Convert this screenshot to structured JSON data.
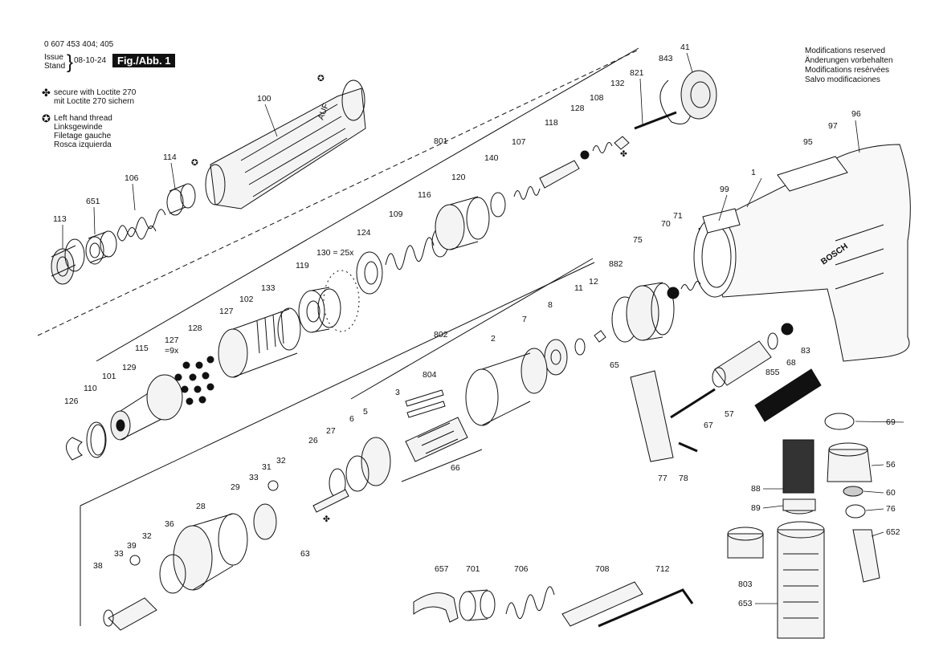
{
  "header": {
    "doc_number": "0 607 453 404; 405",
    "issue_label": "Issue",
    "stand_label": "Stand",
    "date": "08-10-24",
    "figure": "Fig./Abb. 1"
  },
  "legend": {
    "loctite_symbol": "✤",
    "loctite_en": "secure with Loctite 270",
    "loctite_de": "mit Loctite 270 sichern",
    "lefthand_symbol": "✪",
    "lefthand_en": "Left hand thread",
    "lefthand_de": "Linksgewinde",
    "lefthand_fr": "Filetage gauche",
    "lefthand_es": "Rosca izquierda"
  },
  "notice": {
    "en": "Modifications reserved",
    "de": "Änderungen vorbehalten",
    "fr": "Modifications resérvées",
    "es": "Salvo modificaciones"
  },
  "brand": "BOSCH",
  "part_label_100_text": "AUF",
  "part_numbers": {
    "p100": "100",
    "p114": "114",
    "p106": "106",
    "p651": "651",
    "p113": "113",
    "p843": "843",
    "p41": "41",
    "p821": "821",
    "p132": "132",
    "p108": "108",
    "p128a": "128",
    "p118": "118",
    "p107": "107",
    "p140": "140",
    "p801": "801",
    "p120": "120",
    "p116": "116",
    "p109": "109",
    "p124": "124",
    "p130": "130 = 25x",
    "p119": "119",
    "p133": "133",
    "p102": "102",
    "p127a": "127",
    "p128b": "128",
    "p127b": "127\n=9x",
    "p115": "115",
    "p129": "129",
    "p101": "101",
    "p110": "110",
    "p126": "126",
    "p99": "99",
    "p1": "1",
    "p95": "95",
    "p97": "97",
    "p96": "96",
    "p75": "75",
    "p882": "882",
    "p70": "70",
    "p71": "71",
    "p65": "65",
    "p11": "11",
    "p12": "12",
    "p8": "8",
    "p7": "7",
    "p2": "2",
    "p802": "802",
    "p804": "804",
    "p3": "3",
    "p5": "5",
    "p6": "6",
    "p27": "27",
    "p26": "26",
    "p66": "66",
    "p63": "63",
    "p29": "29",
    "p33a": "33",
    "p31": "31",
    "p32a": "32",
    "p28": "28",
    "p36": "36",
    "p32b": "32",
    "p39": "39",
    "p33b": "33",
    "p38": "38",
    "p855": "855",
    "p68": "68",
    "p83": "83",
    "p57": "57",
    "p67": "67",
    "p77": "77",
    "p78": "78",
    "p69": "69",
    "p56": "56",
    "p60": "60",
    "p76": "76",
    "p652": "652",
    "p88": "88",
    "p89": "89",
    "p803": "803",
    "p653": "653",
    "p657": "657",
    "p701": "701",
    "p706": "706",
    "p708": "708",
    "p712": "712"
  }
}
